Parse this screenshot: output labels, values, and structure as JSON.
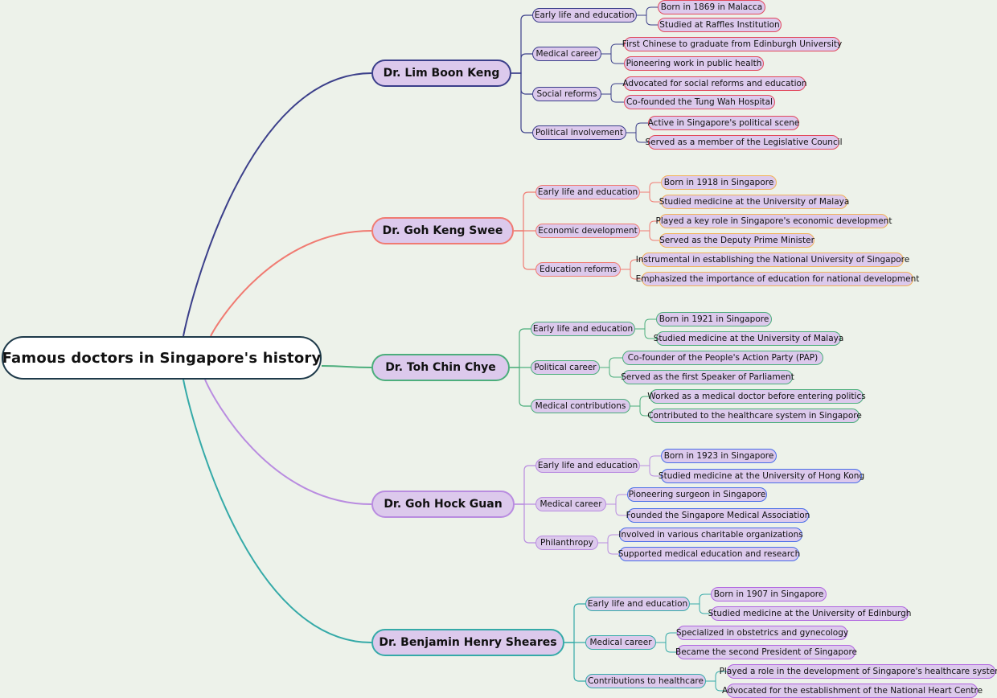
{
  "title": "Famous doctors in Singapore's history",
  "colors": {
    "background": "#edf2ea",
    "node_fill": "#dcc9ec",
    "root_border": "#1e3a4a"
  },
  "branches": [
    {
      "name": "Dr. Lim Boon Keng",
      "color": "#3b3f8a",
      "accent": "#e24a5e",
      "topics": [
        {
          "label": "Early life and education",
          "items": [
            "Born in 1869 in Malacca",
            "Studied at Raffles Institution"
          ]
        },
        {
          "label": "Medical career",
          "items": [
            "First Chinese to graduate from Edinburgh University",
            "Pioneering work in public health"
          ]
        },
        {
          "label": "Social reforms",
          "items": [
            "Advocated for social reforms and education",
            "Co-founded the Tung Wah Hospital"
          ]
        },
        {
          "label": "Political involvement",
          "items": [
            "Active in Singapore's political scene",
            "Served as a member of the Legislative Council"
          ]
        }
      ]
    },
    {
      "name": "Dr. Goh Keng Swee",
      "color": "#f07b72",
      "accent": "#f2b35a",
      "topics": [
        {
          "label": "Early life and education",
          "items": [
            "Born in 1918 in Singapore",
            "Studied medicine at the University of Malaya"
          ]
        },
        {
          "label": "Economic development",
          "items": [
            "Played a key role in Singapore's economic development",
            "Served as the Deputy Prime Minister"
          ]
        },
        {
          "label": "Education reforms",
          "items": [
            "Instrumental in establishing the National University of Singapore",
            "Emphasized the importance of education for national development"
          ]
        }
      ]
    },
    {
      "name": "Dr. Toh Chin Chye",
      "color": "#4cae7c",
      "accent": "#4cae7c",
      "topics": [
        {
          "label": "Early life and education",
          "items": [
            "Born in 1921 in Singapore",
            "Studied medicine at the University of Malaya"
          ]
        },
        {
          "label": "Political career",
          "items": [
            "Co-founder of the People's Action Party (PAP)",
            "Served as the first Speaker of Parliament"
          ]
        },
        {
          "label": "Medical contributions",
          "items": [
            "Worked as a medical doctor before entering politics",
            "Contributed to the healthcare system in Singapore"
          ]
        }
      ]
    },
    {
      "name": "Dr. Goh Hock Guan",
      "color": "#b98ce0",
      "accent": "#4a6ee8",
      "topics": [
        {
          "label": "Early life and education",
          "items": [
            "Born in 1923 in Singapore",
            "Studied medicine at the University of Hong Kong"
          ]
        },
        {
          "label": "Medical career",
          "items": [
            "Pioneering surgeon in Singapore",
            "Founded the Singapore Medical Association"
          ]
        },
        {
          "label": "Philanthropy",
          "items": [
            "Involved in various charitable organizations",
            "Supported medical education and research"
          ]
        }
      ]
    },
    {
      "name": "Dr. Benjamin Henry Sheares",
      "color": "#35aaa8",
      "accent": "#b166e0",
      "topics": [
        {
          "label": "Early life and education",
          "items": [
            "Born in 1907 in Singapore",
            "Studied medicine at the University of Edinburgh"
          ]
        },
        {
          "label": "Medical career",
          "items": [
            "Specialized in obstetrics and gynecology",
            "Became the second President of Singapore"
          ]
        },
        {
          "label": "Contributions to healthcare",
          "items": [
            "Played a role in the development of Singapore's healthcare system",
            "Advocated for the establishment of the National Heart Centre"
          ]
        }
      ]
    }
  ]
}
